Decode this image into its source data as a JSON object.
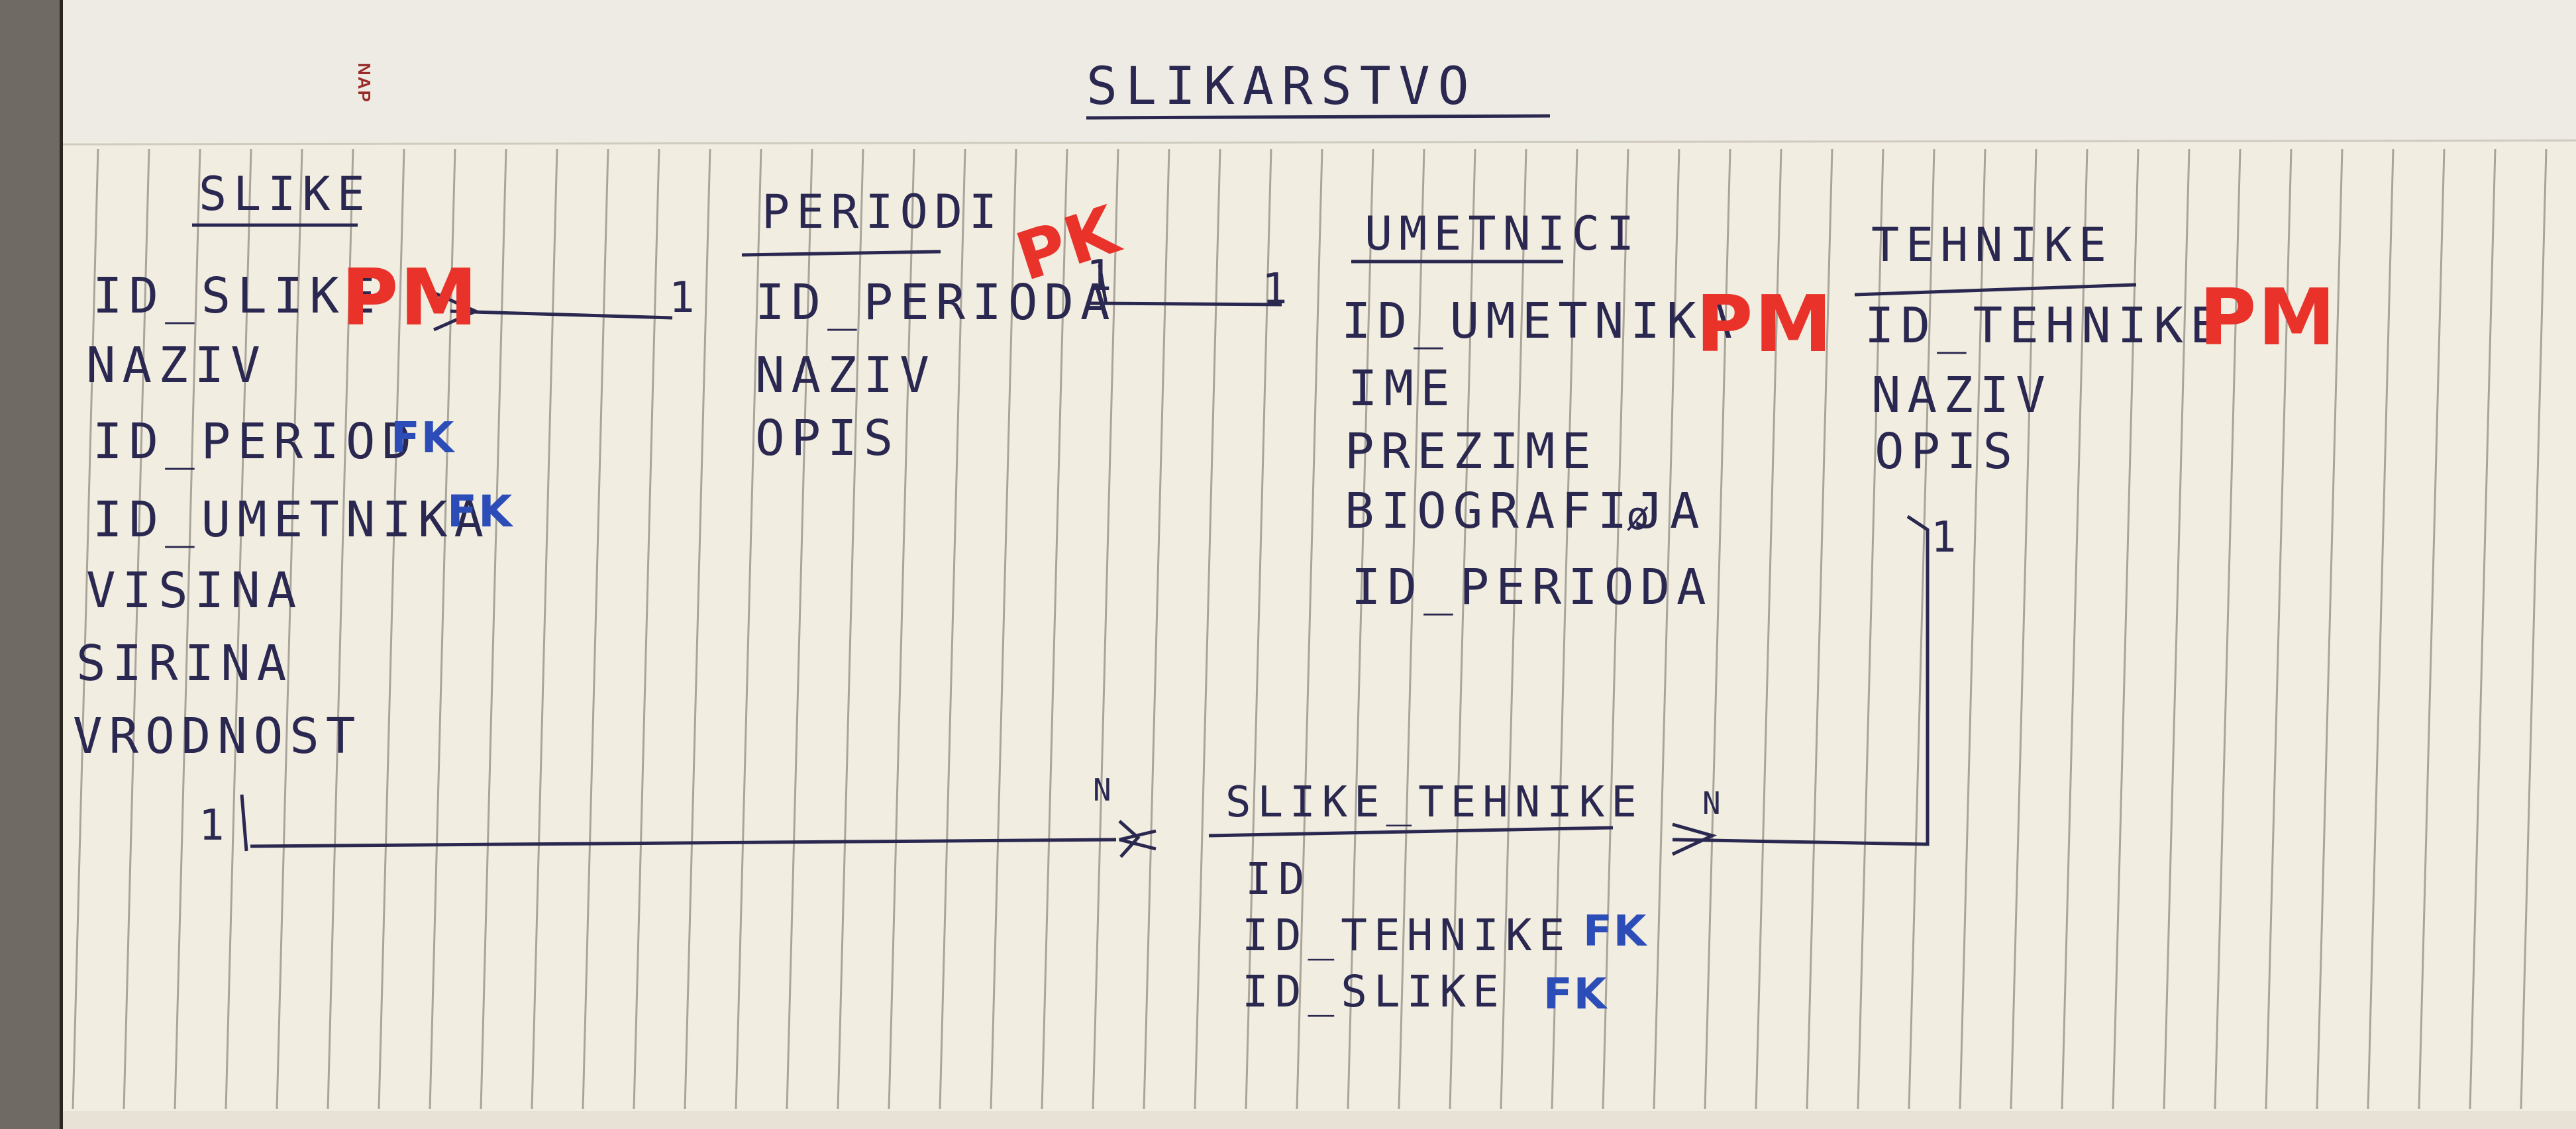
{
  "title": "SLIKARSTVO",
  "brand_text": "NAP",
  "entities": {
    "slike": {
      "name": "SLIKE",
      "attrs": [
        "ID_SLIKE",
        "NAZIV",
        "ID_PERIOD",
        "ID_UMETNIKA",
        "VISINA",
        "SIRINA",
        "VRODNOST"
      ],
      "pk": "PM",
      "fk1": "FK",
      "fk2": "FK"
    },
    "periodi": {
      "name": "PERIODI",
      "attrs": [
        "ID_PERIODA",
        "NAZIV",
        "OPIS"
      ],
      "pk": "PK"
    },
    "umetnici": {
      "name": "UMETNICI",
      "attrs": [
        "ID_UMETNIKA",
        "IME",
        "PREZIME",
        "BIOGRAFIJA",
        "ID_PERIODA"
      ],
      "pk": "PM"
    },
    "tehnike": {
      "name": "TEHNIKE",
      "attrs": [
        "ID_TEHNIKE",
        "NAZIV",
        "OPIS"
      ],
      "pk": "PM"
    },
    "slike_tehnike": {
      "name": "SLIKE_TEHNIKE",
      "attrs": [
        "ID",
        "ID_TEHNIKE",
        "ID_SLIKE"
      ],
      "fk1": "FK",
      "fk2": "FK"
    }
  },
  "cardinalities": {
    "slike_periodi_right": "1",
    "periodi_umetnici_left": "1",
    "periodi_umetnici_right": "1",
    "tehnike_down": "1",
    "slike_bottom": "1",
    "st_left": "N",
    "st_right": "N",
    "biografija_mark": "ø"
  },
  "colors": {
    "paper": "#f1ede0",
    "ink": "#2a2850",
    "red_marker": "#e8322a",
    "blue_marker": "#2c4db8"
  }
}
